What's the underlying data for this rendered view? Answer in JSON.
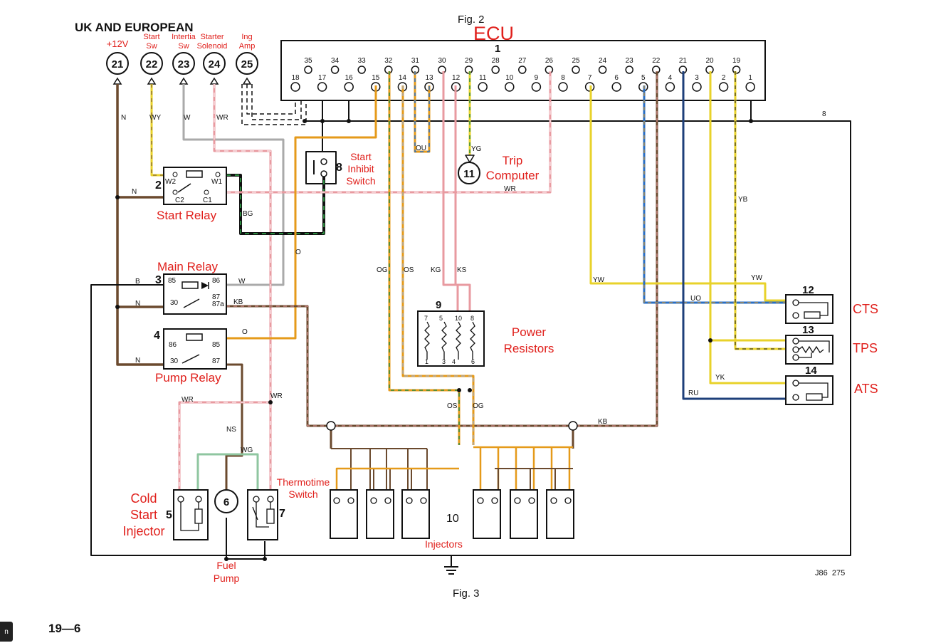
{
  "header": {
    "title": "UK AND EUROPEAN",
    "fig_top": "Fig. 2",
    "ecu_label": "ECU",
    "fig_bottom": "Fig. 3",
    "page_number": "19—6",
    "drawing_ref": "J86  275",
    "corner_badge": "n"
  },
  "top_terminals": [
    {
      "num": "21",
      "label": "+12V"
    },
    {
      "num": "22",
      "label": "Start\nSw"
    },
    {
      "num": "23",
      "label": "Intertia\nSw"
    },
    {
      "num": "24",
      "label": "Starter\nSolenoid"
    },
    {
      "num": "25",
      "label": "Ing\nAmp"
    }
  ],
  "ecu": {
    "number": "1",
    "upper_pins": [
      "35",
      "34",
      "33",
      "32",
      "31",
      "30",
      "29",
      "28",
      "27",
      "26",
      "25",
      "24",
      "23",
      "22",
      "21",
      "20",
      "19"
    ],
    "lower_pins": [
      "18",
      "17",
      "16",
      "15",
      "14",
      "13",
      "12",
      "11",
      "10",
      "9",
      "8",
      "7",
      "6",
      "5",
      "4",
      "3",
      "2",
      "1"
    ]
  },
  "components": {
    "start_relay": {
      "number": "2",
      "label": "Start Relay",
      "pins": [
        "W2",
        "W1",
        "C2",
        "C1"
      ]
    },
    "main_relay": {
      "number": "3",
      "label": "Main Relay",
      "pins": [
        "85",
        "86",
        "30",
        "87",
        "87a"
      ]
    },
    "pump_relay": {
      "number": "4",
      "label": "Pump Relay",
      "pins": [
        "86",
        "85",
        "30",
        "87"
      ]
    },
    "cold_start_injector": {
      "number": "5",
      "label": "Cold\nStart\nInjector"
    },
    "fuel_pump": {
      "number": "6",
      "label": "Fuel\nPump"
    },
    "thermotime_switch": {
      "number": "7",
      "label": "Thermotime\nSwitch"
    },
    "start_inhibit_switch": {
      "number": "8",
      "label": "Start\nInhibit\nSwitch"
    },
    "power_resistors": {
      "number": "9",
      "label": "Power\nResistors",
      "pins_top": [
        "7",
        "5",
        "10",
        "8"
      ],
      "pins_bottom": [
        "1",
        "3",
        "4",
        "6"
      ]
    },
    "injectors": {
      "number": "10",
      "label": "Injectors"
    },
    "trip_computer": {
      "number": "11",
      "label": "Trip\nComputer"
    },
    "cts": {
      "number": "12",
      "label": "CTS"
    },
    "tps": {
      "number": "13",
      "label": "TPS"
    },
    "ats": {
      "number": "14",
      "label": "ATS"
    }
  },
  "wire_codes": {
    "N": "N",
    "WY": "WY",
    "W": "W",
    "WR": "WR",
    "B": "B",
    "BG": "BG",
    "O": "O",
    "KB": "KB",
    "OU": "OU",
    "YG": "YG",
    "OG": "OG",
    "OS": "OS",
    "KG": "KG",
    "KS": "KS",
    "NS": "NS",
    "WG": "WG",
    "YW": "YW",
    "UO": "UO",
    "YB": "YB",
    "YK": "YK",
    "RU": "RU",
    "8": "8"
  },
  "colors": {
    "annotation_red": "#e0201c",
    "wire_yellow": "#e8d22a",
    "wire_brown": "#6b4a2e",
    "wire_green": "#2b8a3e",
    "wire_blue": "#2a6fc4",
    "wire_orange": "#e59a1a",
    "wire_pink": "#e89aa0",
    "wire_gray": "#aaaaaa"
  }
}
